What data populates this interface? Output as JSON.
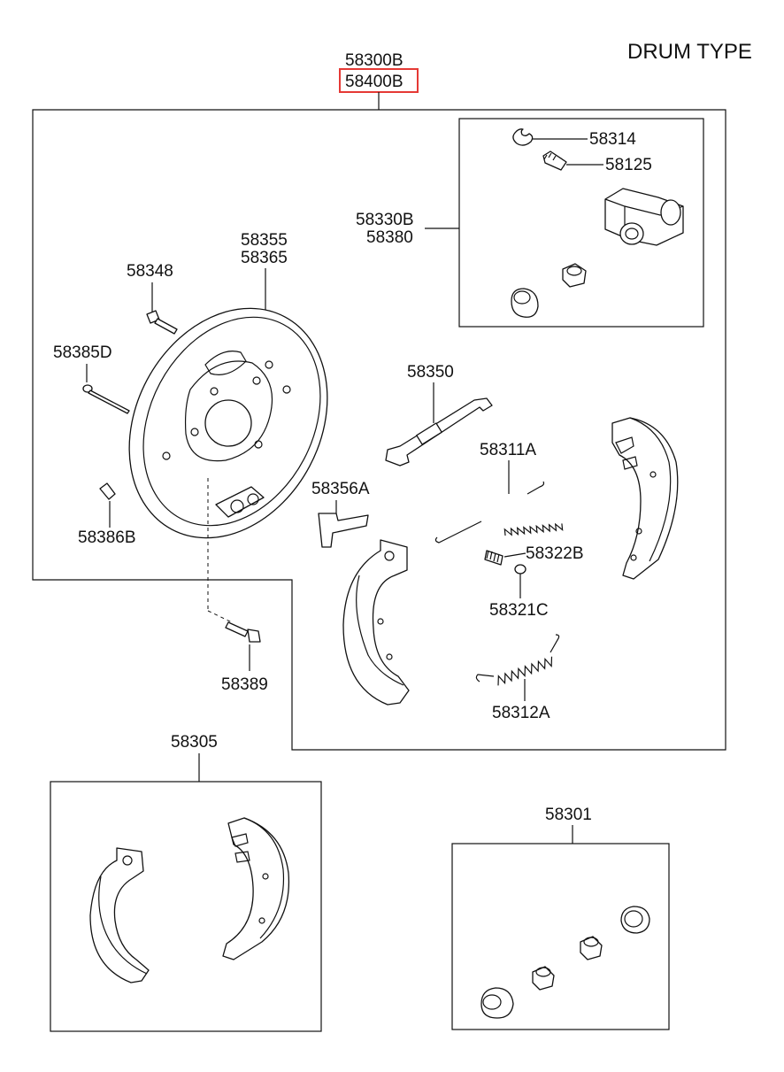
{
  "title": "DRUM TYPE",
  "labels": {
    "assy_primary": "58300B",
    "assy_highlighted": "58400B",
    "wheel_cyl_assy_1": "58330B",
    "wheel_cyl_assy_2": "58380",
    "clip": "58314",
    "bleeder": "58125",
    "backing_plate_1": "58355",
    "backing_plate_2": "58365",
    "bolt_top": "58348",
    "hold_pin": "58385D",
    "cap": "58386B",
    "adjuster": "58350",
    "upper_spring": "58311A",
    "lever": "58356A",
    "hold_spring": "58322B",
    "hold_cup": "58321C",
    "lower_spring": "58312A",
    "bolt_bottom": "58389",
    "shoe_kit": "58305",
    "repair_kit": "58301"
  },
  "colors": {
    "line": "#111111",
    "highlight": "#e53935",
    "background": "#ffffff"
  }
}
